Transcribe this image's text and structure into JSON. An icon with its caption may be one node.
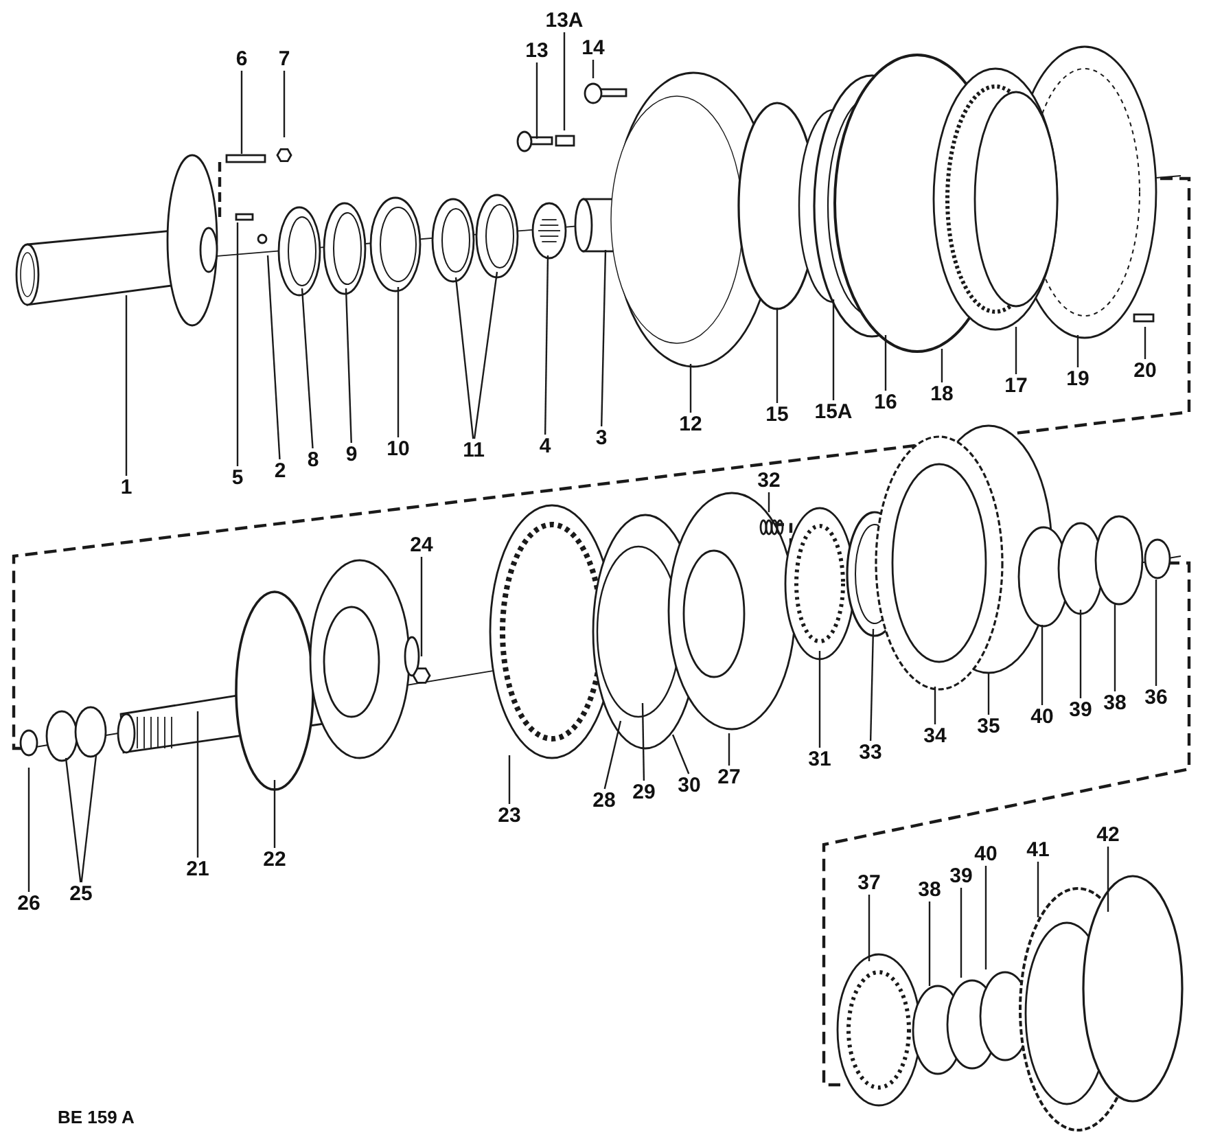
{
  "diagram": {
    "nodes": [
      {
        "text": [
          "6"
        ]
      },
      {
        "text": [
          "7"
        ]
      },
      {
        "text": [
          "13A"
        ]
      },
      {
        "text": [
          "13"
        ]
      },
      {
        "text": [
          "14"
        ]
      },
      {
        "text": [
          "1"
        ]
      },
      {
        "text": [
          "5"
        ]
      },
      {
        "text": [
          "2"
        ]
      },
      {
        "text": [
          "8"
        ]
      },
      {
        "text": [
          "9"
        ]
      },
      {
        "text": [
          "10"
        ]
      },
      {
        "text": [
          "11"
        ]
      },
      {
        "text": [
          "4"
        ]
      },
      {
        "text": [
          "3"
        ]
      },
      {
        "text": [
          "12"
        ]
      },
      {
        "text": [
          "15"
        ]
      },
      {
        "text": [
          "15A"
        ]
      },
      {
        "text": [
          "16"
        ]
      },
      {
        "text": [
          "18"
        ]
      },
      {
        "text": [
          "17"
        ]
      },
      {
        "text": [
          "19"
        ]
      },
      {
        "text": [
          "20"
        ]
      },
      {
        "text": [
          "32"
        ]
      },
      {
        "text": [
          "24"
        ]
      },
      {
        "text": [
          "26"
        ]
      },
      {
        "text": [
          "25"
        ]
      },
      {
        "text": [
          "21"
        ]
      },
      {
        "text": [
          "22"
        ]
      },
      {
        "text": [
          "23"
        ]
      },
      {
        "text": [
          "28"
        ]
      },
      {
        "text": [
          "29"
        ]
      },
      {
        "text": [
          "30"
        ]
      },
      {
        "text": [
          "27"
        ]
      },
      {
        "text": [
          "31"
        ]
      },
      {
        "text": [
          "33"
        ]
      },
      {
        "text": [
          "34"
        ]
      },
      {
        "text": [
          "35"
        ]
      },
      {
        "text": [
          "40"
        ]
      },
      {
        "text": [
          "39"
        ]
      },
      {
        "text": [
          "38"
        ]
      },
      {
        "text": [
          "36"
        ]
      },
      {
        "text": [
          "37"
        ]
      },
      {
        "text": [
          "38"
        ]
      },
      {
        "text": [
          "39"
        ]
      },
      {
        "text": [
          "40"
        ]
      },
      {
        "text": [
          "41"
        ]
      },
      {
        "text": [
          "42"
        ]
      }
    ],
    "edges": [
      {
        "from": 0,
        "to": null,
        "arrow": "none"
      },
      {
        "from": 1,
        "to": null,
        "arrow": "none"
      },
      {
        "from": 2,
        "to": null,
        "arrow": "none"
      },
      {
        "from": 3,
        "to": null,
        "arrow": "none"
      },
      {
        "from": 4,
        "to": null,
        "arrow": "none"
      },
      {
        "from": 5,
        "to": null,
        "arrow": "none"
      },
      {
        "from": 6,
        "to": null,
        "arrow": "none"
      },
      {
        "from": 7,
        "to": null,
        "arrow": "none"
      },
      {
        "from": 8,
        "to": null,
        "arrow": "none"
      },
      {
        "from": 9,
        "to": null,
        "arrow": "none"
      },
      {
        "from": 10,
        "to": null,
        "arrow": "none"
      },
      {
        "from": 11,
        "to": null,
        "arrow": "none"
      },
      {
        "from": 11,
        "to": null,
        "arrow": "none"
      },
      {
        "from": 12,
        "to": null,
        "arrow": "none"
      },
      {
        "from": 13,
        "to": null,
        "arrow": "none"
      },
      {
        "from": 14,
        "to": null,
        "arrow": "none"
      },
      {
        "from": 15,
        "to": null,
        "arrow": "none"
      },
      {
        "from": 16,
        "to": null,
        "arrow": "none"
      },
      {
        "from": 17,
        "to": null,
        "arrow": "none"
      },
      {
        "from": 18,
        "to": null,
        "arrow": "none"
      },
      {
        "from": 19,
        "to": null,
        "arrow": "none"
      },
      {
        "from": 20,
        "to": null,
        "arrow": "none"
      },
      {
        "from": 21,
        "to": null,
        "arrow": "none"
      },
      {
        "from": 22,
        "to": null,
        "arrow": "none"
      },
      {
        "from": 23,
        "to": null,
        "arrow": "none"
      },
      {
        "from": 24,
        "to": null,
        "arrow": "none"
      },
      {
        "from": 25,
        "to": null,
        "arrow": "none"
      },
      {
        "from": 25,
        "to": null,
        "arrow": "none"
      },
      {
        "from": 26,
        "to": null,
        "arrow": "none"
      },
      {
        "from": 27,
        "to": null,
        "arrow": "none"
      },
      {
        "from": 28,
        "to": null,
        "arrow": "none"
      },
      {
        "from": 29,
        "to": null,
        "arrow": "none"
      },
      {
        "from": 30,
        "to": null,
        "arrow": "none"
      },
      {
        "from": 31,
        "to": null,
        "arrow": "none"
      },
      {
        "from": 32,
        "to": null,
        "arrow": "none"
      },
      {
        "from": 33,
        "to": null,
        "arrow": "none"
      },
      {
        "from": 34,
        "to": null,
        "arrow": "none"
      },
      {
        "from": 35,
        "to": null,
        "arrow": "none"
      },
      {
        "from": 36,
        "to": null,
        "arrow": "none"
      },
      {
        "from": 37,
        "to": null,
        "arrow": "none"
      },
      {
        "from": 38,
        "to": null,
        "arrow": "none"
      },
      {
        "from": 39,
        "to": null,
        "arrow": "none"
      },
      {
        "from": 40,
        "to": null,
        "arrow": "none"
      },
      {
        "from": 41,
        "to": null,
        "arrow": "none"
      },
      {
        "from": 42,
        "to": null,
        "arrow": "none"
      },
      {
        "from": 43,
        "to": null,
        "arrow": "none"
      },
      {
        "from": 44,
        "to": null,
        "arrow": "none"
      },
      {
        "from": 45,
        "to": null,
        "arrow": "none"
      },
      {
        "from": 46,
        "to": null,
        "arrow": "none"
      }
    ],
    "labels": [
      "BE 159 A"
    ]
  }
}
